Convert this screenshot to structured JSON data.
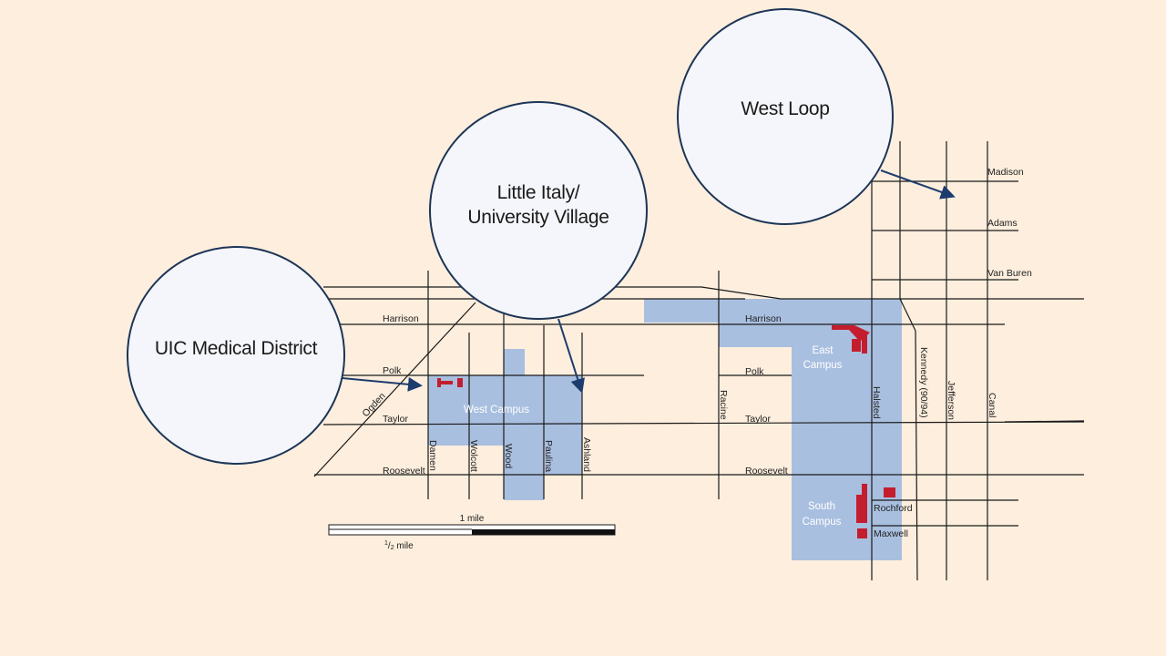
{
  "background": "#fdeedd",
  "colors": {
    "campus": "#a9bfe0",
    "building": "#c41e2e",
    "road": "#1a1a1a",
    "bubble_border": "#1d3557",
    "arrow": "#1d3c6e"
  },
  "neighborhoods": {
    "west_loop": "West Loop",
    "little_italy_line1": "Little Italy/",
    "little_italy_line2": "University Village",
    "medical_district": "UIC Medical District"
  },
  "streets": {
    "madison": "Madison",
    "adams": "Adams",
    "van_buren": "Van Buren",
    "harrison_west": "Harrison",
    "harrison_east": "Harrison",
    "polk_west": "Polk",
    "polk_east": "Polk",
    "taylor_west": "Taylor",
    "taylor_east": "Taylor",
    "roosevelt_west": "Roosevelt",
    "roosevelt_east": "Roosevelt",
    "rochford": "Rochford",
    "maxwell": "Maxwell",
    "ogden": "Ogden",
    "damen": "Damen",
    "wolcott": "Wolcott",
    "wood": "Wood",
    "paulina": "Paulina",
    "ashland": "Ashland",
    "racine": "Racine",
    "halsted": "Halsted",
    "kennedy": "Kennedy (90/94)",
    "jefferson": "Jefferson",
    "canal": "Canal"
  },
  "campuses": {
    "west_campus": "West Campus",
    "east_campus_1": "East",
    "east_campus_2": "Campus",
    "south_campus_1": "South",
    "south_campus_2": "Campus"
  },
  "scale": {
    "mile": "1 mile",
    "half_mile_num": "1",
    "half_mile_den": "2",
    "half_mile_unit": "mile"
  }
}
